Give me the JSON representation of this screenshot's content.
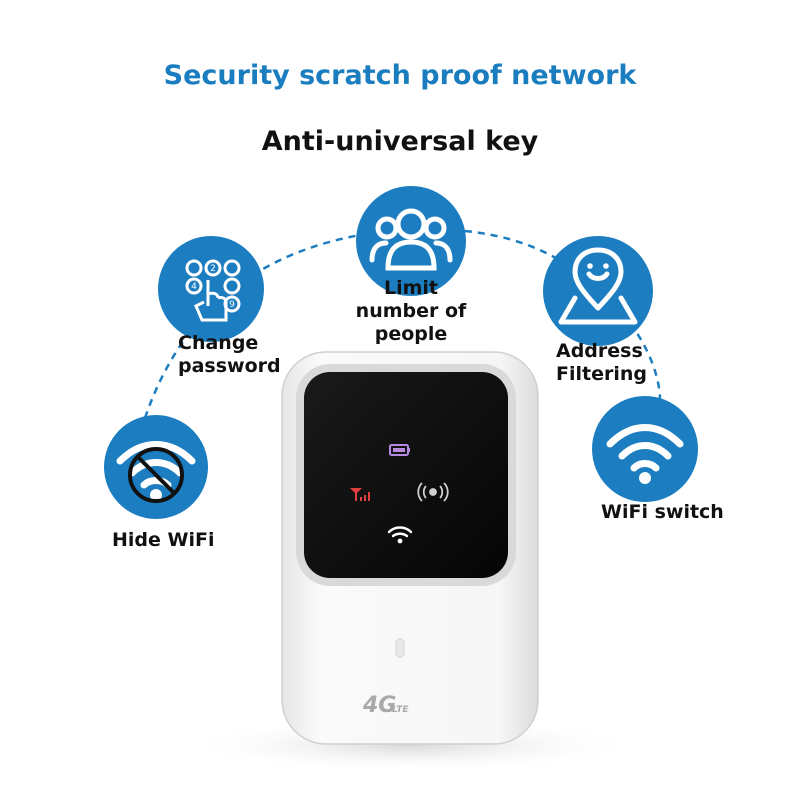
{
  "title": "Security scratch proof network",
  "subtitle": "Anti-universal key",
  "colors": {
    "title_blue": "#1a7dbf",
    "circle_blue": "#1c7ec1",
    "text_dark": "#111111",
    "device_white": "#f4f4f4",
    "screen_black": "#0b0b0b"
  },
  "features": {
    "change_password": {
      "line1": "Change",
      "line2": "password",
      "icon": "keypad-hand-icon"
    },
    "limit_people": {
      "line1": "Limit",
      "line2": "number of",
      "line3": "people",
      "icon": "people-group-icon"
    },
    "address_filtering": {
      "line1": "Address",
      "line2": "Filtering",
      "icon": "location-pin-icon"
    },
    "hide_wifi": {
      "label": "Hide WiFi",
      "icon": "no-wifi-icon"
    },
    "wifi_switch": {
      "label": "WiFi switch",
      "icon": "wifi-icon"
    }
  },
  "device": {
    "badge_main": "4G",
    "badge_sub": "LTE",
    "screen_icons": [
      "battery-icon",
      "signal-icon",
      "sync-icon",
      "wifi-icon"
    ]
  }
}
